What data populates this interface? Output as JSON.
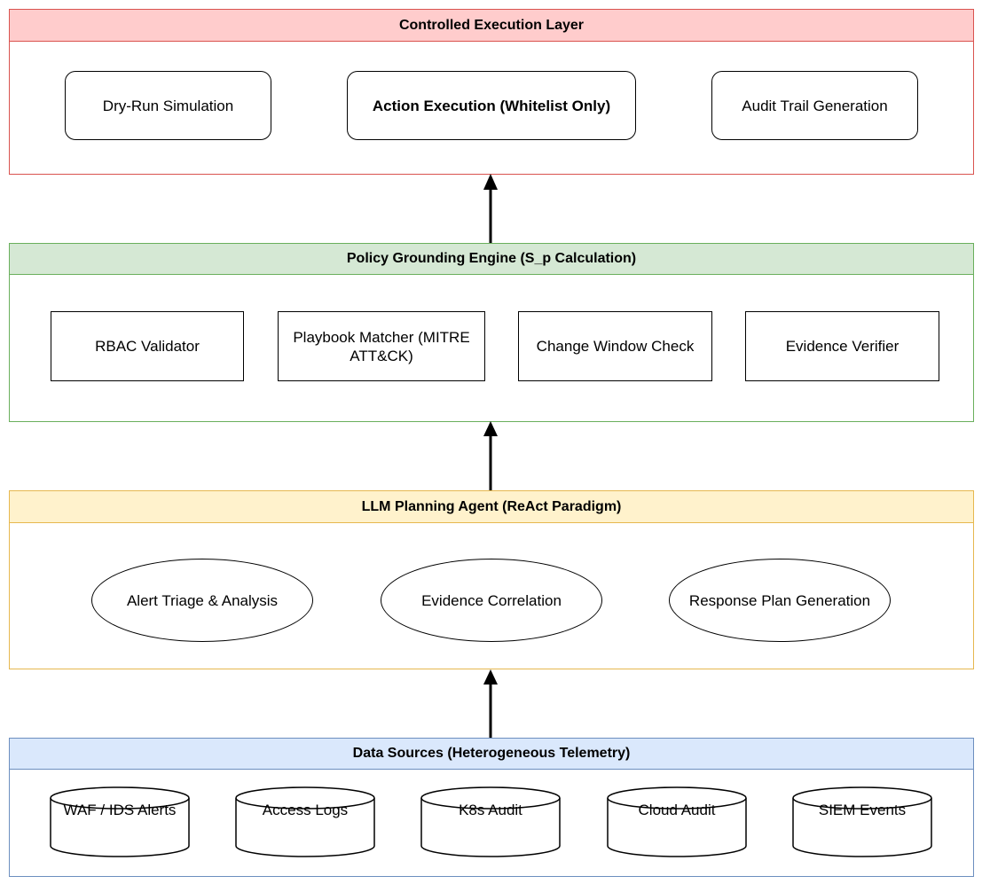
{
  "layers": {
    "execution": {
      "title": "Controlled Execution Layer",
      "header_fill": "#ffcccc",
      "border": "#d9534f",
      "nodes": [
        "Dry-Run Simulation",
        "Action Execution (Whitelist Only)",
        "Audit Trail Generation"
      ]
    },
    "policy": {
      "title": "Policy Grounding Engine (S_p Calculation)",
      "header_fill": "#d5e8d4",
      "border": "#6aaf5c",
      "nodes": [
        "RBAC Validator",
        "Playbook Matcher (MITRE ATT&CK)",
        "Change Window Check",
        "Evidence Verifier"
      ]
    },
    "planning": {
      "title": "LLM Planning Agent (ReAct Paradigm)",
      "header_fill": "#fff2cc",
      "border": "#e6b84f",
      "nodes": [
        "Alert Triage & Analysis",
        "Evidence Correlation",
        "Response Plan Generation"
      ]
    },
    "sources": {
      "title": "Data Sources (Heterogeneous Telemetry)",
      "header_fill": "#dae8fc",
      "border": "#6c8ebf",
      "nodes": [
        "WAF / IDS Alerts",
        "Access Logs",
        "K8s Audit",
        "Cloud Audit",
        "SIEM Events"
      ]
    }
  }
}
